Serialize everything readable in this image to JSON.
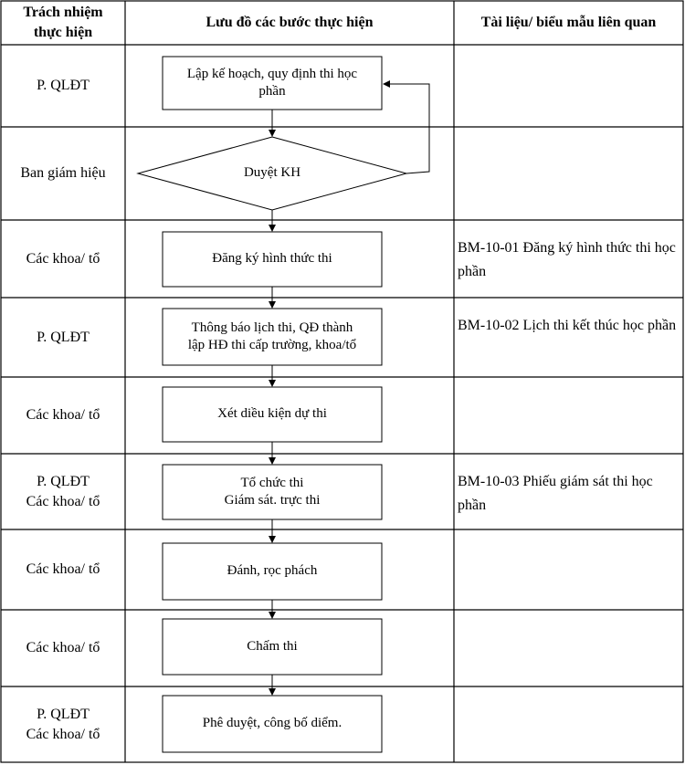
{
  "headers": {
    "responsibility": "Trách nhiệm\nthực hiện",
    "flowchart": "Lưu đồ các bước thực hiện",
    "documents": "Tài liệu/ biểu mẫu liên quan"
  },
  "rows": [
    {
      "responsible": "P. QLĐT",
      "step": "Lập kế hoạch, quy định thi học\nphần",
      "document": ""
    },
    {
      "responsible": "Ban giám hiệu",
      "step": "Duyệt KH",
      "document": ""
    },
    {
      "responsible": "Các khoa/ tổ",
      "step": "Đăng ký hình thức thi",
      "document": "BM-10-01 Đăng ký hình thức thi học phần"
    },
    {
      "responsible": "P. QLĐT",
      "step": "Thông báo lịch thi, QĐ thành\nlập HĐ thi cấp trường, khoa/tổ",
      "document": "BM-10-02 Lịch thi kết thúc học phần"
    },
    {
      "responsible": "Các khoa/ tổ",
      "step": "Xét diều kiện dự thi",
      "document": ""
    },
    {
      "responsible": "P. QLĐT\nCác khoa/ tổ",
      "step": "Tổ chức thi\nGiám sát. trực thi",
      "document": "BM-10-03 Phiếu giám sát thi học phần"
    },
    {
      "responsible": "Các khoa/ tổ",
      "step": "Đánh, rọc phách",
      "document": ""
    },
    {
      "responsible": "Các khoa/ tổ",
      "step": "Chấm thi",
      "document": ""
    },
    {
      "responsible": "P. QLĐT\nCác khoa/ tổ",
      "step": "Phê duyệt, công bố diểm.",
      "document": ""
    }
  ]
}
